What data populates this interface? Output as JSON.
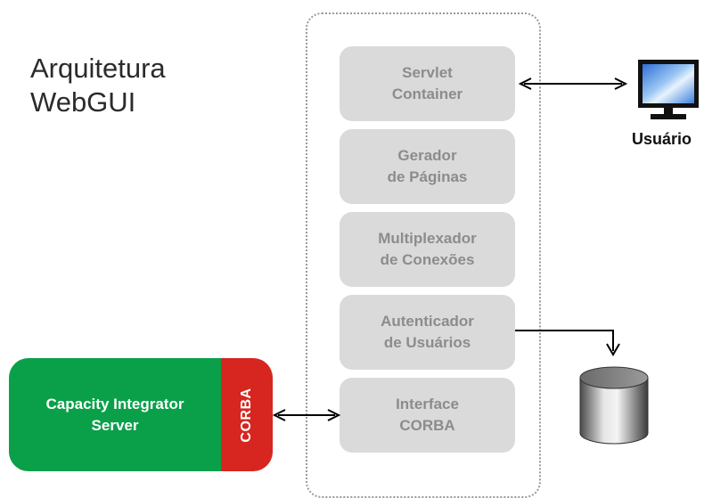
{
  "title": {
    "line1": "Arquitetura",
    "line2": "WebGUI"
  },
  "modules": [
    {
      "line1": "Servlet",
      "line2": "Container"
    },
    {
      "line1": "Gerador",
      "line2": "de Páginas"
    },
    {
      "line1": "Multiplexador",
      "line2": "de Conexões"
    },
    {
      "line1": "Autenticador",
      "line2": "de Usuários"
    },
    {
      "line1": "Interface",
      "line2": "CORBA"
    }
  ],
  "server": {
    "line1": "Capacity Integrator",
    "line2": "Server",
    "tab": "CORBA"
  },
  "user": {
    "label": "Usuário",
    "icon": "monitor-icon"
  },
  "database": {
    "icon": "database-cylinder-icon"
  },
  "colors": {
    "module_fill": "#dadada",
    "module_text": "#8c8c8c",
    "server_green": "#0aa049",
    "corba_red": "#d6261f"
  }
}
